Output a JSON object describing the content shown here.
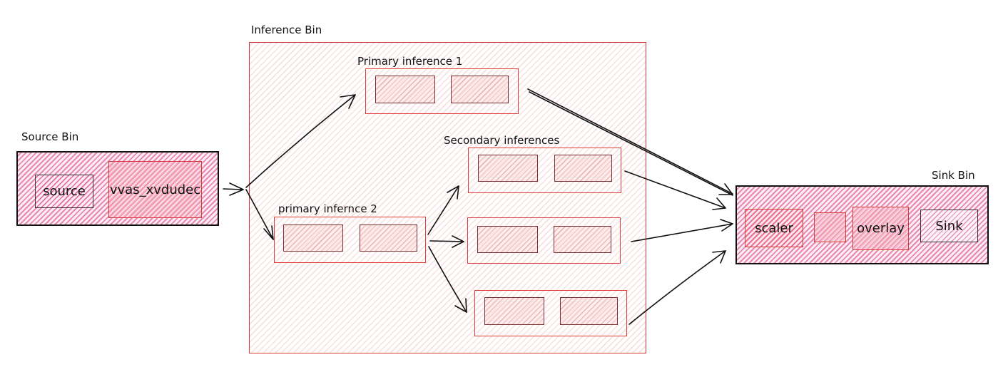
{
  "inference_bin": {
    "label": "Inference Bin"
  },
  "source_bin": {
    "label": "Source Bin",
    "elements": [
      "source",
      "vvas_xvdudec"
    ]
  },
  "sink_bin": {
    "label": "Sink Bin",
    "elements": [
      "scaler",
      "",
      "overlay",
      "Sink"
    ]
  },
  "primary_inference_1": {
    "label": "Primary inference 1"
  },
  "primary_inference_2": {
    "label": "primary infernce 2"
  },
  "secondary_inferences": {
    "label": "Secondary inferences"
  },
  "colors": {
    "inference_bin_border": "#d83a3a",
    "bin_fill": "#d4286e",
    "element_border": "#e03c3c",
    "arrow": "#111111"
  }
}
